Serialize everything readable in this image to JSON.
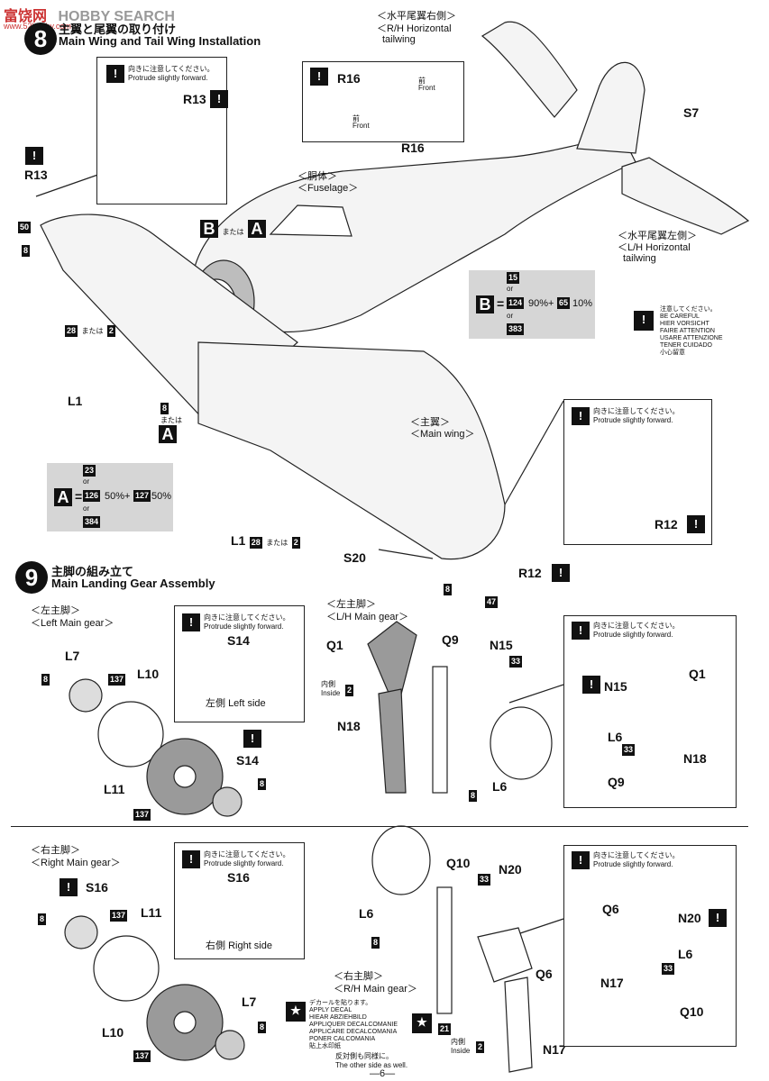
{
  "watermark": {
    "left": "富饶网",
    "right": "HOBBY SEARCH",
    "sub": "www.52hobby.com"
  },
  "step8": {
    "num": "8",
    "jp": "主翼と尾翼の取り付け",
    "en": "Main Wing and Tail Wing Installation"
  },
  "step9": {
    "num": "9",
    "jp": "主脚の組み立て",
    "en": "Main Landing Gear Assembly"
  },
  "caution_jp": "向きに注意してください。",
  "caution_en": "Protrude slightly forward.",
  "labels": {
    "r13": "R13",
    "r16": "R16",
    "s7": "S7",
    "r12": "R12",
    "s20": "S20",
    "l1": "L1",
    "rh_tail_jp": "＜水平尾翼右側＞",
    "rh_tail_en": "＜R/H Horizontal",
    "rh_tail_en2": "tailwing",
    "lh_tail_jp": "＜水平尾翼左側＞",
    "lh_tail_en": "＜L/H Horizontal",
    "lh_tail_en2": "tailwing",
    "fuselage_jp": "＜胴体＞",
    "fuselage_en": "＜Fuselage＞",
    "mainwing_jp": "＜主翼＞",
    "mainwing_en": "＜Main wing＞",
    "front_jp": "前",
    "front_en": "Front",
    "or_jp": "または",
    "or_en": "or"
  },
  "colors": {
    "a_top": "23",
    "a_mid1": "126",
    "a_pct1": "50%",
    "a_mid2": "127",
    "a_pct2": "50%",
    "a_bot": "384",
    "b_top": "15",
    "b_mid1": "124",
    "b_pct1": "90%",
    "b_mid2": "65",
    "b_pct2": "10%",
    "b_bot": "383"
  },
  "nums": {
    "n50": "50",
    "n8": "8",
    "n28": "28",
    "n2": "2",
    "n47": "47",
    "n137": "137",
    "n33": "33",
    "n21": "21"
  },
  "careful": [
    "注意してください。",
    "BE CAREFUL",
    "HIER VORSICHT",
    "FAIRE ATTENTION",
    "USARE ATTENZIONE",
    "TENER CUIDADO",
    "小心留意"
  ],
  "left_gear": {
    "jp": "＜左主脚＞",
    "en": "＜Left Main gear＞",
    "l7": "L7",
    "l10": "L10",
    "l11": "L11",
    "s14": "S14",
    "side_jp": "左側",
    "side_en": "Left side"
  },
  "lh_gear": {
    "jp": "＜左主脚＞",
    "en": "＜L/H Main gear＞",
    "q1": "Q1",
    "q9": "Q9",
    "n15": "N15",
    "n18": "N18",
    "l6": "L6",
    "inside_jp": "内側",
    "inside_en": "Inside"
  },
  "right_gear": {
    "jp": "＜右主脚＞",
    "en": "＜Right Main gear＞",
    "s16": "S16",
    "l11": "L11",
    "l10": "L10",
    "l7": "L7",
    "side_jp": "右側",
    "side_en": "Right side"
  },
  "rh_gear": {
    "jp": "＜右主脚＞",
    "en": "＜R/H Main gear＞",
    "q10": "Q10",
    "n20": "N20",
    "l6": "L6",
    "q6": "Q6",
    "n17": "N17"
  },
  "decal": [
    "デカールを貼ります。",
    "APPLY DECAL",
    "HIEAR ABZIEHBILD",
    "APPLIQUER DECALCOMANIE",
    "APPLICARE DECALCOMANIA",
    "PONER CALCOMANIA",
    "貼上水印紙"
  ],
  "other_side_jp": "反対側も同様に。",
  "other_side_en": "The other side as well.",
  "page_number": "—6—"
}
